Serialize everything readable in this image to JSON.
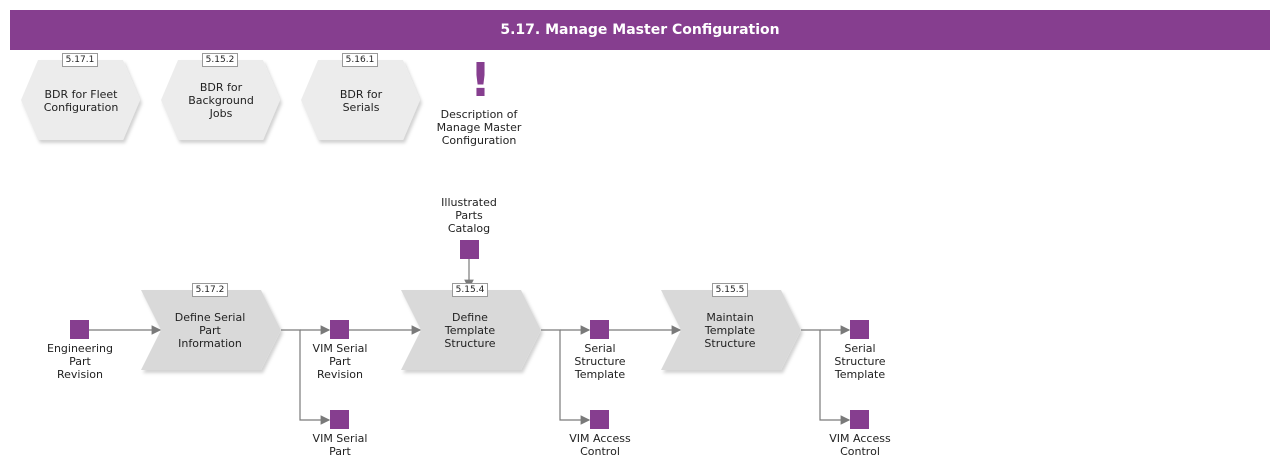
{
  "header": {
    "title": "5.17. Manage Master Configuration"
  },
  "references": [
    {
      "id": "5.17.1",
      "label": [
        "BDR for Fleet",
        "Configuration"
      ]
    },
    {
      "id": "5.15.2",
      "label": [
        "BDR for",
        "Background",
        "Jobs"
      ]
    },
    {
      "id": "5.16.1",
      "label": [
        "BDR for",
        "Serials"
      ]
    }
  ],
  "note": {
    "label": [
      "Description of",
      "Manage Master",
      "Configuration"
    ]
  },
  "processes": [
    {
      "id": "5.17.2",
      "label": [
        "Define Serial",
        "Part",
        "Information"
      ]
    },
    {
      "id": "5.15.4",
      "label": [
        "Define",
        "Template",
        "Structure"
      ]
    },
    {
      "id": "5.15.5",
      "label": [
        "Maintain",
        "Template",
        "Structure"
      ]
    }
  ],
  "data_objects": {
    "illustrated_catalog": [
      "Illustrated",
      "Parts",
      "Catalog"
    ],
    "engineering_part_revision": [
      "Engineering",
      "Part",
      "Revision"
    ],
    "vim_serial_part_revision": [
      "VIM Serial",
      "Part",
      "Revision"
    ],
    "vim_serial_part": [
      "VIM Serial",
      "Part"
    ],
    "serial_structure_template_1": [
      "Serial",
      "Structure",
      "Template"
    ],
    "vim_access_control_1": [
      "VIM Access",
      "Control"
    ],
    "serial_structure_template_2": [
      "Serial",
      "Structure",
      "Template"
    ],
    "vim_access_control_2": [
      "VIM Access",
      "Control"
    ]
  },
  "colors": {
    "accent": "#863e8f",
    "shape_fill": "#d9d9d9",
    "ref_fill": "#ececec",
    "connector": "#7a7a7a"
  }
}
